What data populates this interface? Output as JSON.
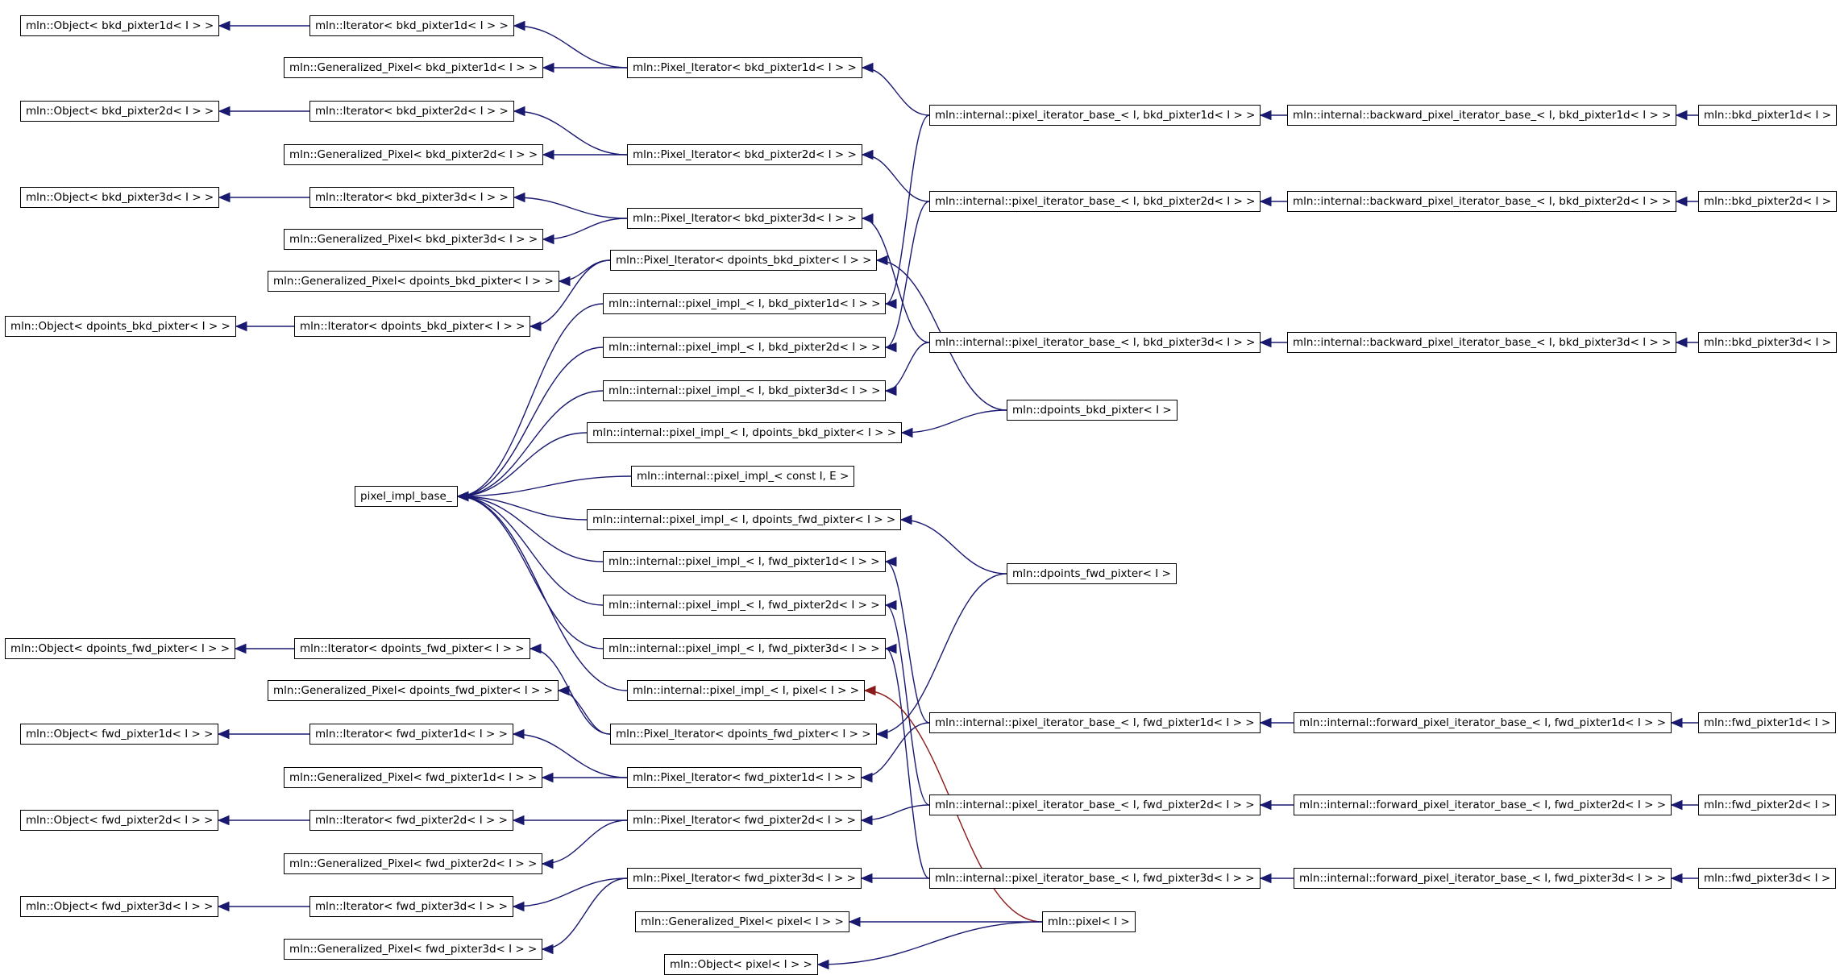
{
  "colors": {
    "edge": "#191970",
    "special_edge": "#8b1a1a",
    "node_border": "#000000"
  },
  "nodes": [
    {
      "id": "o_bkd1d",
      "label": "mln::Object< bkd_pixter1d< I > >"
    },
    {
      "id": "it_bkd1d",
      "label": "mln::Iterator< bkd_pixter1d< I > >"
    },
    {
      "id": "gp_bkd1d",
      "label": "mln::Generalized_Pixel< bkd_pixter1d< I > >"
    },
    {
      "id": "pi_bkd1d",
      "label": "mln::Pixel_Iterator< bkd_pixter1d< I > >"
    },
    {
      "id": "o_bkd2d",
      "label": "mln::Object< bkd_pixter2d< I > >"
    },
    {
      "id": "it_bkd2d",
      "label": "mln::Iterator< bkd_pixter2d< I > >"
    },
    {
      "id": "gp_bkd2d",
      "label": "mln::Generalized_Pixel< bkd_pixter2d< I > >"
    },
    {
      "id": "pi_bkd2d",
      "label": "mln::Pixel_Iterator< bkd_pixter2d< I > >"
    },
    {
      "id": "o_bkd3d",
      "label": "mln::Object< bkd_pixter3d< I > >"
    },
    {
      "id": "it_bkd3d",
      "label": "mln::Iterator< bkd_pixter3d< I > >"
    },
    {
      "id": "gp_bkd3d",
      "label": "mln::Generalized_Pixel< bkd_pixter3d< I > >"
    },
    {
      "id": "pi_bkd3d",
      "label": "mln::Pixel_Iterator< bkd_pixter3d< I > >"
    },
    {
      "id": "gp_dbkd",
      "label": "mln::Generalized_Pixel< dpoints_bkd_pixter< I > >"
    },
    {
      "id": "pi_dbkd",
      "label": "mln::Pixel_Iterator< dpoints_bkd_pixter< I > >"
    },
    {
      "id": "o_dbkd",
      "label": "mln::Object< dpoints_bkd_pixter< I > >"
    },
    {
      "id": "it_dbkd",
      "label": "mln::Iterator< dpoints_bkd_pixter< I > >"
    },
    {
      "id": "impl_bkd1d",
      "label": "mln::internal::pixel_impl_< I, bkd_pixter1d< I > >"
    },
    {
      "id": "impl_bkd2d",
      "label": "mln::internal::pixel_impl_< I, bkd_pixter2d< I > >"
    },
    {
      "id": "impl_bkd3d",
      "label": "mln::internal::pixel_impl_< I, bkd_pixter3d< I > >"
    },
    {
      "id": "impl_dbkd",
      "label": "mln::internal::pixel_impl_< I, dpoints_bkd_pixter< I > >"
    },
    {
      "id": "base",
      "label": "pixel_impl_base_"
    },
    {
      "id": "impl_constIE",
      "label": "mln::internal::pixel_impl_< const I, E >"
    },
    {
      "id": "impl_dfwd",
      "label": "mln::internal::pixel_impl_< I, dpoints_fwd_pixter< I > >"
    },
    {
      "id": "impl_fwd1d",
      "label": "mln::internal::pixel_impl_< I, fwd_pixter1d< I > >"
    },
    {
      "id": "impl_fwd2d",
      "label": "mln::internal::pixel_impl_< I, fwd_pixter2d< I > >"
    },
    {
      "id": "impl_fwd3d",
      "label": "mln::internal::pixel_impl_< I, fwd_pixter3d< I > >"
    },
    {
      "id": "impl_pixel",
      "label": "mln::internal::pixel_impl_< I, pixel< I > >"
    },
    {
      "id": "o_dfwd",
      "label": "mln::Object< dpoints_fwd_pixter< I > >"
    },
    {
      "id": "it_dfwd",
      "label": "mln::Iterator< dpoints_fwd_pixter< I > >"
    },
    {
      "id": "gp_dfwd",
      "label": "mln::Generalized_Pixel< dpoints_fwd_pixter< I > >"
    },
    {
      "id": "pi_dfwd",
      "label": "mln::Pixel_Iterator< dpoints_fwd_pixter< I > >"
    },
    {
      "id": "o_fwd1d",
      "label": "mln::Object< fwd_pixter1d< I > >"
    },
    {
      "id": "it_fwd1d",
      "label": "mln::Iterator< fwd_pixter1d< I > >"
    },
    {
      "id": "gp_fwd1d",
      "label": "mln::Generalized_Pixel< fwd_pixter1d< I > >"
    },
    {
      "id": "pi_fwd1d",
      "label": "mln::Pixel_Iterator< fwd_pixter1d< I > >"
    },
    {
      "id": "o_fwd2d",
      "label": "mln::Object< fwd_pixter2d< I > >"
    },
    {
      "id": "it_fwd2d",
      "label": "mln::Iterator< fwd_pixter2d< I > >"
    },
    {
      "id": "pi_fwd2d",
      "label": "mln::Pixel_Iterator< fwd_pixter2d< I > >"
    },
    {
      "id": "gp_fwd2d",
      "label": "mln::Generalized_Pixel< fwd_pixter2d< I > >"
    },
    {
      "id": "pi_fwd3d",
      "label": "mln::Pixel_Iterator< fwd_pixter3d< I > >"
    },
    {
      "id": "o_fwd3d",
      "label": "mln::Object< fwd_pixter3d< I > >"
    },
    {
      "id": "it_fwd3d",
      "label": "mln::Iterator< fwd_pixter3d< I > >"
    },
    {
      "id": "gp_fwd3d",
      "label": "mln::Generalized_Pixel< fwd_pixter3d< I > >"
    },
    {
      "id": "gp_pixel",
      "label": "mln::Generalized_Pixel< pixel< I > >"
    },
    {
      "id": "o_pixel",
      "label": "mln::Object< pixel< I > >"
    },
    {
      "id": "pixel",
      "label": "mln::pixel< I >"
    },
    {
      "id": "dbkd",
      "label": "mln::dpoints_bkd_pixter< I >"
    },
    {
      "id": "dfwd",
      "label": "mln::dpoints_fwd_pixter< I >"
    },
    {
      "id": "pib_bkd1d",
      "label": "mln::internal::pixel_iterator_base_< I, bkd_pixter1d< I > >"
    },
    {
      "id": "pib_bkd2d",
      "label": "mln::internal::pixel_iterator_base_< I, bkd_pixter2d< I > >"
    },
    {
      "id": "pib_bkd3d",
      "label": "mln::internal::pixel_iterator_base_< I, bkd_pixter3d< I > >"
    },
    {
      "id": "pib_fwd1d",
      "label": "mln::internal::pixel_iterator_base_< I, fwd_pixter1d< I > >"
    },
    {
      "id": "pib_fwd2d",
      "label": "mln::internal::pixel_iterator_base_< I, fwd_pixter2d< I > >"
    },
    {
      "id": "pib_fwd3d",
      "label": "mln::internal::pixel_iterator_base_< I, fwd_pixter3d< I > >"
    },
    {
      "id": "bpib_bkd1d",
      "label": "mln::internal::backward_pixel_iterator_base_< I, bkd_pixter1d< I > >"
    },
    {
      "id": "bpib_bkd2d",
      "label": "mln::internal::backward_pixel_iterator_base_< I, bkd_pixter2d< I > >"
    },
    {
      "id": "bpib_bkd3d",
      "label": "mln::internal::backward_pixel_iterator_base_< I, bkd_pixter3d< I > >"
    },
    {
      "id": "fpib_fwd1d",
      "label": "mln::internal::forward_pixel_iterator_base_< I, fwd_pixter1d< I > >"
    },
    {
      "id": "fpib_fwd2d",
      "label": "mln::internal::forward_pixel_iterator_base_< I, fwd_pixter2d< I > >"
    },
    {
      "id": "fpib_fwd3d",
      "label": "mln::internal::forward_pixel_iterator_base_< I, fwd_pixter3d< I > >"
    },
    {
      "id": "bkd1d",
      "label": "mln::bkd_pixter1d< I >"
    },
    {
      "id": "bkd2d",
      "label": "mln::bkd_pixter2d< I >"
    },
    {
      "id": "bkd3d",
      "label": "mln::bkd_pixter3d< I >"
    },
    {
      "id": "fwd1d",
      "label": "mln::fwd_pixter1d< I >"
    },
    {
      "id": "fwd2d",
      "label": "mln::fwd_pixter2d< I >"
    },
    {
      "id": "fwd3d",
      "label": "mln::fwd_pixter3d< I >"
    }
  ],
  "edges": [
    {
      "from": "it_bkd1d",
      "to": "o_bkd1d"
    },
    {
      "from": "pi_bkd1d",
      "to": "it_bkd1d"
    },
    {
      "from": "pi_bkd1d",
      "to": "gp_bkd1d"
    },
    {
      "from": "pib_bkd1d",
      "to": "pi_bkd1d"
    },
    {
      "from": "bpib_bkd1d",
      "to": "pib_bkd1d"
    },
    {
      "from": "bkd1d",
      "to": "bpib_bkd1d"
    },
    {
      "from": "it_bkd2d",
      "to": "o_bkd2d"
    },
    {
      "from": "pi_bkd2d",
      "to": "it_bkd2d"
    },
    {
      "from": "pi_bkd2d",
      "to": "gp_bkd2d"
    },
    {
      "from": "pib_bkd2d",
      "to": "pi_bkd2d"
    },
    {
      "from": "bpib_bkd2d",
      "to": "pib_bkd2d"
    },
    {
      "from": "bkd2d",
      "to": "bpib_bkd2d"
    },
    {
      "from": "it_bkd3d",
      "to": "o_bkd3d"
    },
    {
      "from": "pi_bkd3d",
      "to": "it_bkd3d"
    },
    {
      "from": "pi_bkd3d",
      "to": "gp_bkd3d"
    },
    {
      "from": "pib_bkd3d",
      "to": "pi_bkd3d"
    },
    {
      "from": "bpib_bkd3d",
      "to": "pib_bkd3d"
    },
    {
      "from": "bkd3d",
      "to": "bpib_bkd3d"
    },
    {
      "from": "it_dbkd",
      "to": "o_dbkd"
    },
    {
      "from": "pi_dbkd",
      "to": "it_dbkd"
    },
    {
      "from": "pi_dbkd",
      "to": "gp_dbkd"
    },
    {
      "from": "dbkd",
      "to": "pi_dbkd"
    },
    {
      "from": "pib_bkd1d",
      "to": "impl_bkd1d"
    },
    {
      "from": "pib_bkd2d",
      "to": "impl_bkd2d"
    },
    {
      "from": "pib_bkd3d",
      "to": "impl_bkd3d"
    },
    {
      "from": "dbkd",
      "to": "impl_dbkd"
    },
    {
      "from": "impl_bkd1d",
      "to": "base"
    },
    {
      "from": "impl_bkd2d",
      "to": "base"
    },
    {
      "from": "impl_bkd3d",
      "to": "base"
    },
    {
      "from": "impl_dbkd",
      "to": "base"
    },
    {
      "from": "impl_constIE",
      "to": "base"
    },
    {
      "from": "impl_dfwd",
      "to": "base"
    },
    {
      "from": "impl_fwd1d",
      "to": "base"
    },
    {
      "from": "impl_fwd2d",
      "to": "base"
    },
    {
      "from": "impl_fwd3d",
      "to": "base"
    },
    {
      "from": "impl_pixel",
      "to": "base"
    },
    {
      "from": "dfwd",
      "to": "impl_dfwd"
    },
    {
      "from": "pib_fwd1d",
      "to": "impl_fwd1d"
    },
    {
      "from": "pib_fwd2d",
      "to": "impl_fwd2d"
    },
    {
      "from": "pib_fwd3d",
      "to": "impl_fwd3d"
    },
    {
      "from": "pixel",
      "to": "impl_pixel",
      "special": true
    },
    {
      "from": "it_dfwd",
      "to": "o_dfwd"
    },
    {
      "from": "pi_dfwd",
      "to": "it_dfwd"
    },
    {
      "from": "pi_dfwd",
      "to": "gp_dfwd"
    },
    {
      "from": "dfwd",
      "to": "pi_dfwd"
    },
    {
      "from": "it_fwd1d",
      "to": "o_fwd1d"
    },
    {
      "from": "pi_fwd1d",
      "to": "it_fwd1d"
    },
    {
      "from": "pi_fwd1d",
      "to": "gp_fwd1d"
    },
    {
      "from": "pib_fwd1d",
      "to": "pi_fwd1d"
    },
    {
      "from": "fpib_fwd1d",
      "to": "pib_fwd1d"
    },
    {
      "from": "fwd1d",
      "to": "fpib_fwd1d"
    },
    {
      "from": "it_fwd2d",
      "to": "o_fwd2d"
    },
    {
      "from": "pi_fwd2d",
      "to": "it_fwd2d"
    },
    {
      "from": "pi_fwd2d",
      "to": "gp_fwd2d"
    },
    {
      "from": "pib_fwd2d",
      "to": "pi_fwd2d"
    },
    {
      "from": "fpib_fwd2d",
      "to": "pib_fwd2d"
    },
    {
      "from": "fwd2d",
      "to": "fpib_fwd2d"
    },
    {
      "from": "it_fwd3d",
      "to": "o_fwd3d"
    },
    {
      "from": "pi_fwd3d",
      "to": "it_fwd3d"
    },
    {
      "from": "pi_fwd3d",
      "to": "gp_fwd3d"
    },
    {
      "from": "pib_fwd3d",
      "to": "pi_fwd3d"
    },
    {
      "from": "fpib_fwd3d",
      "to": "pib_fwd3d"
    },
    {
      "from": "fwd3d",
      "to": "fpib_fwd3d"
    },
    {
      "from": "pixel",
      "to": "gp_pixel"
    },
    {
      "from": "pixel",
      "to": "o_pixel"
    }
  ]
}
